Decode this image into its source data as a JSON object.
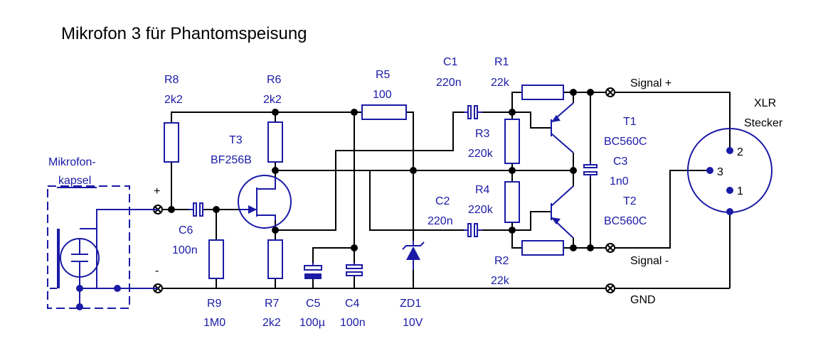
{
  "title": "Mikrofon 3 für Phantomspeisung",
  "colors": {
    "wire": "#000000",
    "component": "#1a1aa6",
    "background": "#ffffff"
  },
  "labels": {
    "mic": [
      "Mikrofon-",
      "kapsel"
    ],
    "plus": "+",
    "minus": "-",
    "signal_plus": "Signal +",
    "signal_minus": "Signal -",
    "gnd": "GND",
    "xlr": [
      "XLR",
      "Stecker"
    ],
    "pins": [
      "1",
      "2",
      "3"
    ]
  },
  "components": {
    "R8": {
      "name": "R8",
      "value": "2k2"
    },
    "R6": {
      "name": "R6",
      "value": "2k2"
    },
    "R5": {
      "name": "R5",
      "value": "100"
    },
    "C1": {
      "name": "C1",
      "value": "220n"
    },
    "R1": {
      "name": "R1",
      "value": "22k"
    },
    "T3": {
      "name": "T3",
      "value": "BF256B"
    },
    "R3": {
      "name": "R3",
      "value": "220k"
    },
    "T1": {
      "name": "T1",
      "value": "BC560C"
    },
    "C3": {
      "name": "C3",
      "value": "1n0"
    },
    "C2": {
      "name": "C2",
      "value": "220n"
    },
    "R4": {
      "name": "R4",
      "value": "220k"
    },
    "T2": {
      "name": "T2",
      "value": "BC560C"
    },
    "C6": {
      "name": "C6",
      "value": "100n"
    },
    "R2": {
      "name": "R2",
      "value": "22k"
    },
    "R9": {
      "name": "R9",
      "value": "1M0"
    },
    "R7": {
      "name": "R7",
      "value": "2k2"
    },
    "C5": {
      "name": "C5",
      "value": "100µ"
    },
    "C4": {
      "name": "C4",
      "value": "100n"
    },
    "ZD1": {
      "name": "ZD1",
      "value": "10V"
    }
  }
}
